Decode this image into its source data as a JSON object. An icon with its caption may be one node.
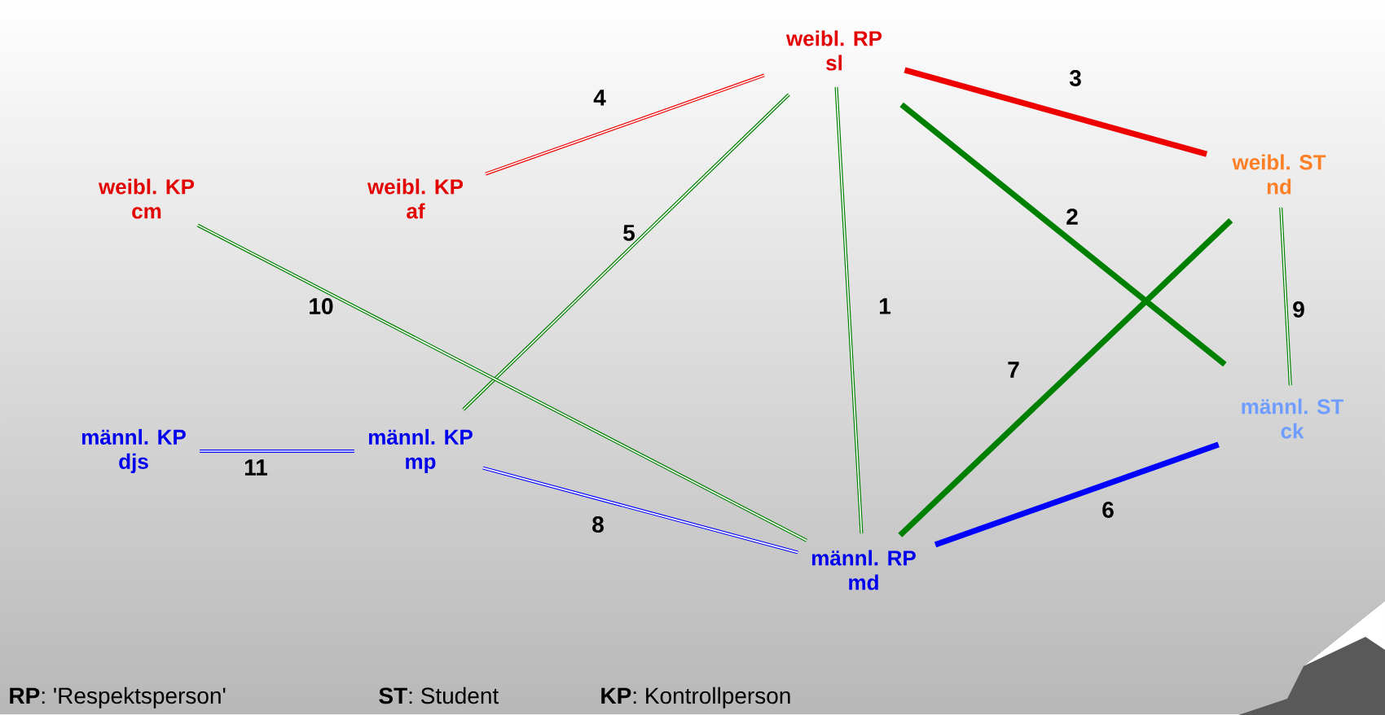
{
  "diagram": {
    "nodes": [
      {
        "text": [
          "weibl. RP",
          "sl"
        ]
      },
      {
        "text": [
          "weibl. KP",
          "cm"
        ]
      },
      {
        "text": [
          "weibl. KP",
          "af"
        ]
      },
      {
        "text": [
          "weibl. ST",
          "nd"
        ]
      },
      {
        "text": [
          "männl. KP",
          "djs"
        ]
      },
      {
        "text": [
          "männl. KP",
          "mp"
        ]
      },
      {
        "text": [
          "männl. ST",
          "ck"
        ]
      },
      {
        "text": [
          "männl. RP",
          "md"
        ]
      }
    ],
    "edges": [
      {
        "from": 0,
        "to": 7,
        "arrow": "none",
        "label": "1"
      },
      {
        "from": 0,
        "to": 6,
        "arrow": "none",
        "label": "2",
        "style": "thick"
      },
      {
        "from": 0,
        "to": 3,
        "arrow": "none",
        "label": "3",
        "style": "thick",
        "color": "#ee0000"
      },
      {
        "from": 2,
        "to": 0,
        "arrow": "none",
        "label": "4",
        "color": "#ee0000"
      },
      {
        "from": 5,
        "to": 0,
        "arrow": "none",
        "label": "5"
      },
      {
        "from": 7,
        "to": 6,
        "arrow": "none",
        "label": "6",
        "style": "thick",
        "color": "#0000ff"
      },
      {
        "from": 7,
        "to": 3,
        "arrow": "none",
        "label": "7",
        "style": "thick"
      },
      {
        "from": 5,
        "to": 7,
        "arrow": "none",
        "label": "8",
        "color": "#0000ff"
      },
      {
        "from": 3,
        "to": 6,
        "arrow": "none",
        "label": "9"
      },
      {
        "from": 1,
        "to": 7,
        "arrow": "none",
        "label": "10"
      },
      {
        "from": 4,
        "to": 5,
        "arrow": "none",
        "label": "11",
        "color": "#0000ff"
      }
    ],
    "labels": [
      "**RP**: 'Respektsperson'",
      "**ST**: Student",
      "**KP**: Kontrollperson"
    ]
  }
}
